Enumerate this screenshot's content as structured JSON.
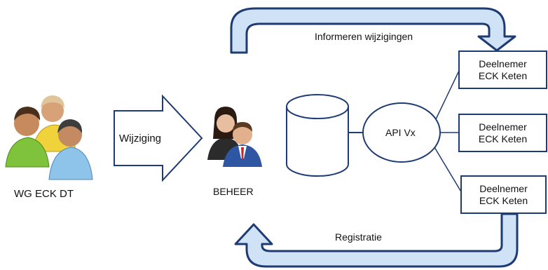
{
  "actors": {
    "group_label": "WG ECK DT",
    "management_label": "BEHEER"
  },
  "flows": {
    "change_label": "Wijziging",
    "inform_label": "Informeren wijzigingen",
    "registration_label": "Registratie"
  },
  "system": {
    "api_label": "API Vx"
  },
  "participants": [
    {
      "line1": "Deelnemer",
      "line2": "ECK Keten"
    },
    {
      "line1": "Deelnemer",
      "line2": "ECK Keten"
    },
    {
      "line1": "Deelnemer",
      "line2": "ECK Keten"
    }
  ],
  "colors": {
    "arrow_fill": "#cfe2f6",
    "stroke": "#1f3b73"
  }
}
